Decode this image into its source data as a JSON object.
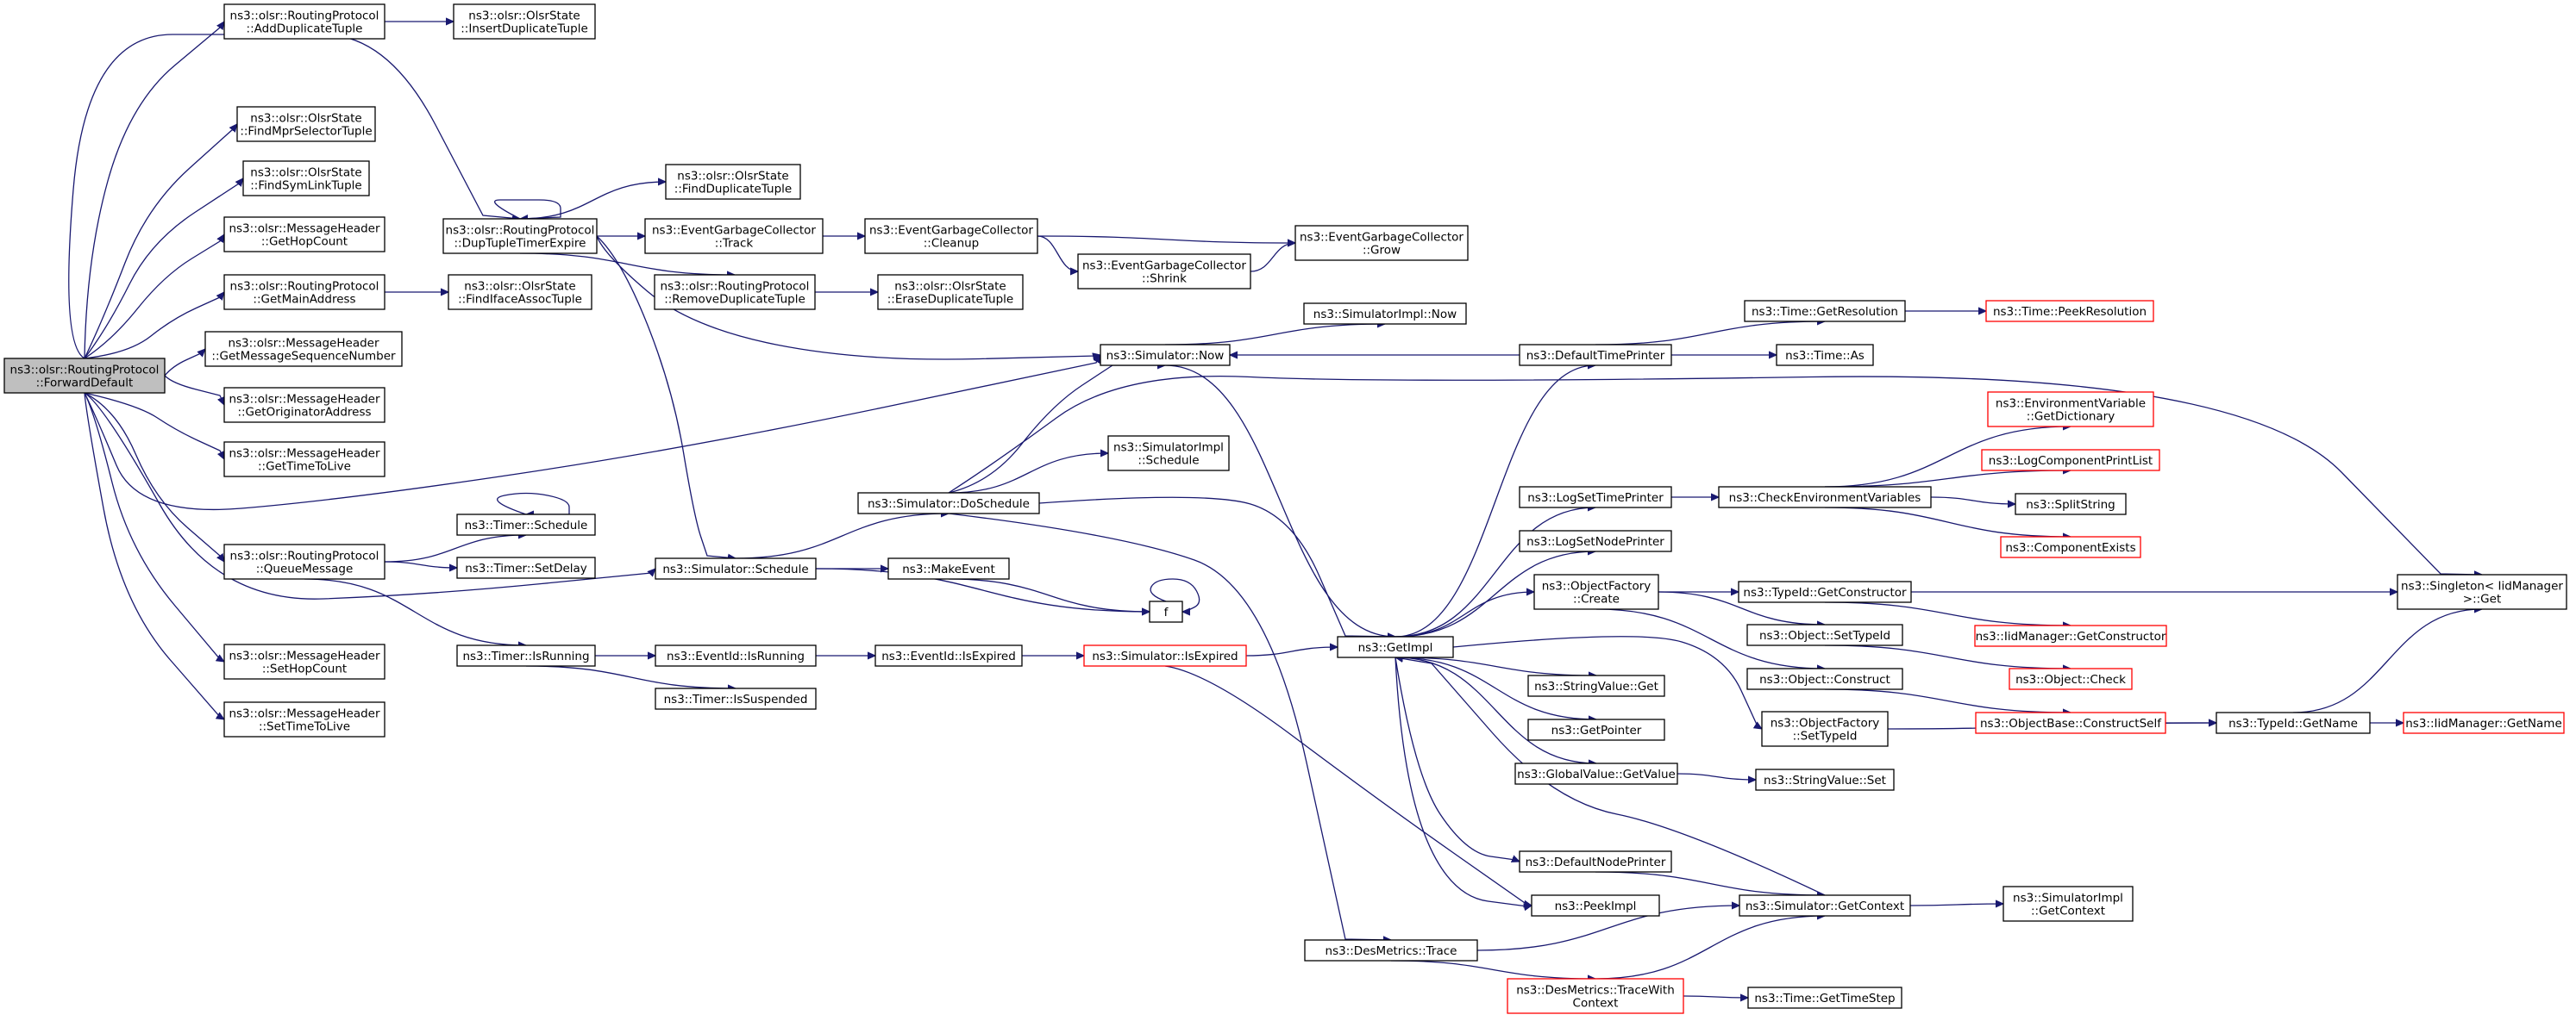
{
  "colors": {
    "edge": "#191970",
    "node_border": "#000000",
    "node_border_highlight": "#ff0000",
    "root_fill": "#bfbfbf"
  },
  "nodes": {
    "root": {
      "lines": [
        "ns3::olsr::RoutingProtocol",
        "::ForwardDefault"
      ]
    },
    "addDup": {
      "lines": [
        "ns3::olsr::RoutingProtocol",
        "::AddDuplicateTuple"
      ]
    },
    "insDup": {
      "lines": [
        "ns3::olsr::OlsrState",
        "::InsertDuplicateTuple"
      ]
    },
    "findMpr": {
      "lines": [
        "ns3::olsr::OlsrState",
        "::FindMprSelectorTuple"
      ]
    },
    "findSym": {
      "lines": [
        "ns3::olsr::OlsrState",
        "::FindSymLinkTuple"
      ]
    },
    "getHop": {
      "lines": [
        "ns3::olsr::MessageHeader",
        "::GetHopCount"
      ]
    },
    "getMain": {
      "lines": [
        "ns3::olsr::RoutingProtocol",
        "::GetMainAddress"
      ]
    },
    "getSeq": {
      "lines": [
        "ns3::olsr::MessageHeader",
        "::GetMessageSequenceNumber"
      ]
    },
    "getOrig": {
      "lines": [
        "ns3::olsr::MessageHeader",
        "::GetOriginatorAddress"
      ]
    },
    "getTTL": {
      "lines": [
        "ns3::olsr::MessageHeader",
        "::GetTimeToLive"
      ]
    },
    "queueMsg": {
      "lines": [
        "ns3::olsr::RoutingProtocol",
        "::QueueMessage"
      ]
    },
    "setHop": {
      "lines": [
        "ns3::olsr::MessageHeader",
        "::SetHopCount"
      ]
    },
    "setTTL": {
      "lines": [
        "ns3::olsr::MessageHeader",
        "::SetTimeToLive"
      ]
    },
    "dupTimer": {
      "lines": [
        "ns3::olsr::RoutingProtocol",
        "::DupTupleTimerExpire"
      ]
    },
    "findDup": {
      "lines": [
        "ns3::olsr::OlsrState",
        "::FindDuplicateTuple"
      ]
    },
    "egcTrack": {
      "lines": [
        "ns3::EventGarbageCollector",
        "::Track"
      ]
    },
    "remDup": {
      "lines": [
        "ns3::olsr::RoutingProtocol",
        "::RemoveDuplicateTuple"
      ]
    },
    "findIface": {
      "lines": [
        "ns3::olsr::OlsrState",
        "::FindIfaceAssocTuple"
      ]
    },
    "egcCleanup": {
      "lines": [
        "ns3::EventGarbageCollector",
        "::Cleanup"
      ]
    },
    "eraseDup": {
      "lines": [
        "ns3::olsr::OlsrState",
        "::EraseDuplicateTuple"
      ]
    },
    "egcShrink": {
      "lines": [
        "ns3::EventGarbageCollector",
        "::Shrink"
      ]
    },
    "egcGrow": {
      "lines": [
        "ns3::EventGarbageCollector",
        "::Grow"
      ]
    },
    "timerSchedule": {
      "lines": [
        "ns3::Timer::Schedule"
      ]
    },
    "timerSetDelay": {
      "lines": [
        "ns3::Timer::SetDelay"
      ]
    },
    "timerIsRunning": {
      "lines": [
        "ns3::Timer::IsRunning"
      ]
    },
    "simSchedule": {
      "lines": [
        "ns3::Simulator::Schedule"
      ]
    },
    "evIsRunning": {
      "lines": [
        "ns3::EventId::IsRunning"
      ]
    },
    "timerIsSusp": {
      "lines": [
        "ns3::Timer::IsSuspended"
      ]
    },
    "simNow": {
      "lines": [
        "ns3::Simulator::Now"
      ]
    },
    "simImplNow": {
      "lines": [
        "ns3::SimulatorImpl::Now"
      ]
    },
    "simImplSched": {
      "lines": [
        "ns3::SimulatorImpl",
        "::Schedule"
      ]
    },
    "doSchedule": {
      "lines": [
        "ns3::Simulator::DoSchedule"
      ]
    },
    "makeEvent": {
      "lines": [
        "ns3::MakeEvent"
      ]
    },
    "f": {
      "lines": [
        "f"
      ]
    },
    "evIsExpired": {
      "lines": [
        "ns3::EventId::IsExpired"
      ]
    },
    "simIsExpired": {
      "lines": [
        "ns3::Simulator::IsExpired"
      ]
    },
    "getImpl": {
      "lines": [
        "ns3::GetImpl"
      ]
    },
    "desTrace": {
      "lines": [
        "ns3::DesMetrics::Trace"
      ]
    },
    "defTimePrinter": {
      "lines": [
        "ns3::DefaultTimePrinter"
      ]
    },
    "logSetTime": {
      "lines": [
        "ns3::LogSetTimePrinter"
      ]
    },
    "logSetNode": {
      "lines": [
        "ns3::LogSetNodePrinter"
      ]
    },
    "objFactCreate": {
      "lines": [
        "ns3::ObjectFactory",
        "::Create"
      ]
    },
    "strValGet": {
      "lines": [
        "ns3::StringValue::Get"
      ]
    },
    "getPointer": {
      "lines": [
        "ns3::GetPointer"
      ]
    },
    "gvGetValue": {
      "lines": [
        "ns3::GlobalValue::GetValue"
      ]
    },
    "defNodePrinter": {
      "lines": [
        "ns3::DefaultNodePrinter"
      ]
    },
    "peekImpl": {
      "lines": [
        "ns3::PeekImpl"
      ]
    },
    "traceWithCtx": {
      "lines": [
        "ns3::DesMetrics::TraceWith",
        "Context"
      ]
    },
    "timeGetRes": {
      "lines": [
        "ns3::Time::GetResolution"
      ]
    },
    "timeAs": {
      "lines": [
        "ns3::Time::As"
      ]
    },
    "checkEnv": {
      "lines": [
        "ns3::CheckEnvironmentVariables"
      ]
    },
    "typeIdGetCtor": {
      "lines": [
        "ns3::TypeId::GetConstructor"
      ]
    },
    "objSetTypeId": {
      "lines": [
        "ns3::Object::SetTypeId"
      ]
    },
    "objConstruct": {
      "lines": [
        "ns3::Object::Construct"
      ]
    },
    "objFactSetTypeId": {
      "lines": [
        "ns3::ObjectFactory",
        "::SetTypeId"
      ]
    },
    "strValSet": {
      "lines": [
        "ns3::StringValue::Set"
      ]
    },
    "simGetCtx": {
      "lines": [
        "ns3::Simulator::GetContext"
      ]
    },
    "timeGetStep": {
      "lines": [
        "ns3::Time::GetTimeStep"
      ]
    },
    "timePeekRes": {
      "lines": [
        "ns3::Time::PeekResolution"
      ]
    },
    "envGetDict": {
      "lines": [
        "ns3::EnvironmentVariable",
        "::GetDictionary"
      ]
    },
    "logCompPrint": {
      "lines": [
        "ns3::LogComponentPrintList"
      ]
    },
    "splitString": {
      "lines": [
        "ns3::SplitString"
      ]
    },
    "compExists": {
      "lines": [
        "ns3::ComponentExists"
      ]
    },
    "iidGetCtor": {
      "lines": [
        "ns3::IidManager::GetConstructor"
      ]
    },
    "objCheck": {
      "lines": [
        "ns3::Object::Check"
      ]
    },
    "objBaseCtor": {
      "lines": [
        "ns3::ObjectBase::ConstructSelf"
      ]
    },
    "typeIdGetName": {
      "lines": [
        "ns3::TypeId::GetName"
      ]
    },
    "singletonGet": {
      "lines": [
        "ns3::Singleton< IidManager",
        " >::Get"
      ]
    },
    "iidGetName": {
      "lines": [
        "ns3::IidManager::GetName"
      ]
    },
    "simImplGetCtx": {
      "lines": [
        "ns3::SimulatorImpl",
        "::GetContext"
      ]
    }
  }
}
